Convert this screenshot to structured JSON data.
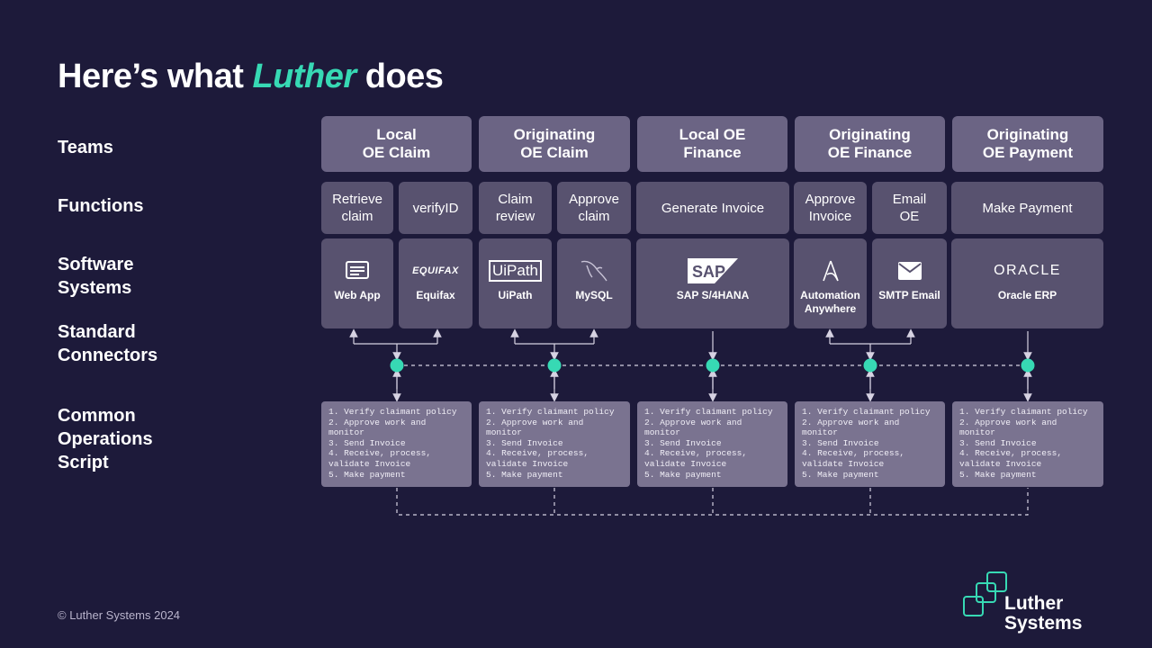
{
  "header": {
    "title_pre": "Here’s what ",
    "title_accent": "Luther",
    "title_post": " does"
  },
  "rows": {
    "teams": "Teams",
    "functions": "Functions",
    "software": "Software\nSystems",
    "connectors": "Standard\nConnectors",
    "script": "Common\nOperations\nScript"
  },
  "teams": [
    "Local\nOE Claim",
    "Originating\nOE Claim",
    "Local OE\nFinance",
    "Originating\nOE Finance",
    "Originating\nOE Payment"
  ],
  "functions": [
    "Retrieve\nclaim",
    "verifyID",
    "Claim\nreview",
    "Approve\nclaim",
    "Generate Invoice",
    "Approve\nInvoice",
    "Email\nOE",
    "Make Payment"
  ],
  "software": [
    {
      "name": "Web App",
      "icon": "web-app-icon",
      "logo_text": ""
    },
    {
      "name": "Equifax",
      "icon": "equifax-logo",
      "logo_text": "EQUIFAX"
    },
    {
      "name": "UiPath",
      "icon": "uipath-logo",
      "logo_text": "UiPath"
    },
    {
      "name": "MySQL",
      "icon": "mysql-dolphin-icon",
      "logo_text": ""
    },
    {
      "name": "SAP S/4HANA",
      "icon": "sap-logo",
      "logo_text": "SAP"
    },
    {
      "name": "Automation\nAnywhere",
      "icon": "automation-anywhere-icon",
      "logo_text": ""
    },
    {
      "name": "SMTP Email",
      "icon": "mail-icon",
      "logo_text": ""
    },
    {
      "name": "Oracle ERP",
      "icon": "oracle-logo",
      "logo_text": "ORACLE"
    }
  ],
  "script_text": "1. Verify claimant policy\n2. Approve work and\nmonitor\n3. Send Invoice\n4. Receive, process,\nvalidate Invoice\n5. Make payment",
  "footer": {
    "copyright": "© Luther Systems 2024",
    "brand_line1": "Luther",
    "brand_line2": "Systems"
  },
  "colors": {
    "background": "#1d1a3a",
    "accent": "#37d9b4",
    "team_box": "#6b6484",
    "function_box": "#58526f",
    "script_box": "#7a7390",
    "connector_line": "#d6d2e2"
  }
}
